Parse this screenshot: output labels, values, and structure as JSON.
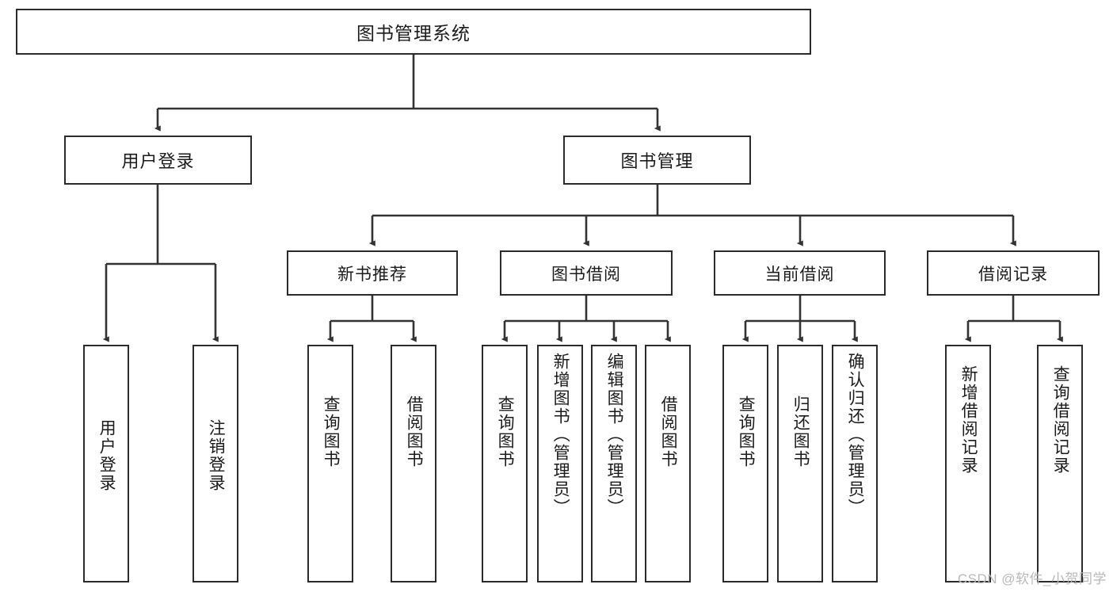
{
  "diagram": {
    "type": "tree",
    "title": "图书管理系统",
    "orientation": "top-down",
    "colors": {
      "box_border": "#2b2b2b",
      "box_fill": "#ffffff",
      "connector": "#333333",
      "text": "#1b1b1b",
      "watermark": "#b9b9b9",
      "background": "#ffffff"
    },
    "root": {
      "label": "图书管理系统"
    },
    "level1": [
      {
        "id": "user-login",
        "label": "用户登录"
      },
      {
        "id": "book-manage",
        "label": "图书管理"
      }
    ],
    "level2": [
      {
        "id": "new-book-rec",
        "label": "新书推荐",
        "parent": "book-manage"
      },
      {
        "id": "book-borrow",
        "label": "图书借阅",
        "parent": "book-manage"
      },
      {
        "id": "current-borrow",
        "label": "当前借阅",
        "parent": "book-manage"
      },
      {
        "id": "borrow-record",
        "label": "借阅记录",
        "parent": "book-manage"
      }
    ],
    "leaves": {
      "user_login": [
        {
          "id": "leaf-user-login",
          "label": "用户登录"
        },
        {
          "id": "leaf-user-logout",
          "label": "注销登录"
        }
      ],
      "new_book_rec": [
        {
          "id": "leaf-query-book-1",
          "label": "查询图书"
        },
        {
          "id": "leaf-borrow-book-1",
          "label": "借阅图书"
        }
      ],
      "book_borrow": [
        {
          "id": "leaf-query-book-2",
          "label": "查询图书"
        },
        {
          "id": "leaf-add-book",
          "label": "新增图书（管理员）"
        },
        {
          "id": "leaf-edit-book",
          "label": "编辑图书（管理员）"
        },
        {
          "id": "leaf-borrow-book-2",
          "label": "借阅图书"
        }
      ],
      "current_borrow": [
        {
          "id": "leaf-query-book-3",
          "label": "查询图书"
        },
        {
          "id": "leaf-return-book",
          "label": "归还图书"
        },
        {
          "id": "leaf-confirm-return",
          "label": "确认归还（管理员）"
        }
      ],
      "borrow_record": [
        {
          "id": "leaf-add-record",
          "label": "新增借阅记录"
        },
        {
          "id": "leaf-query-record",
          "label": "查询借阅记录"
        }
      ]
    }
  },
  "watermark": {
    "text": "CSDN @软件_小贺同学"
  }
}
